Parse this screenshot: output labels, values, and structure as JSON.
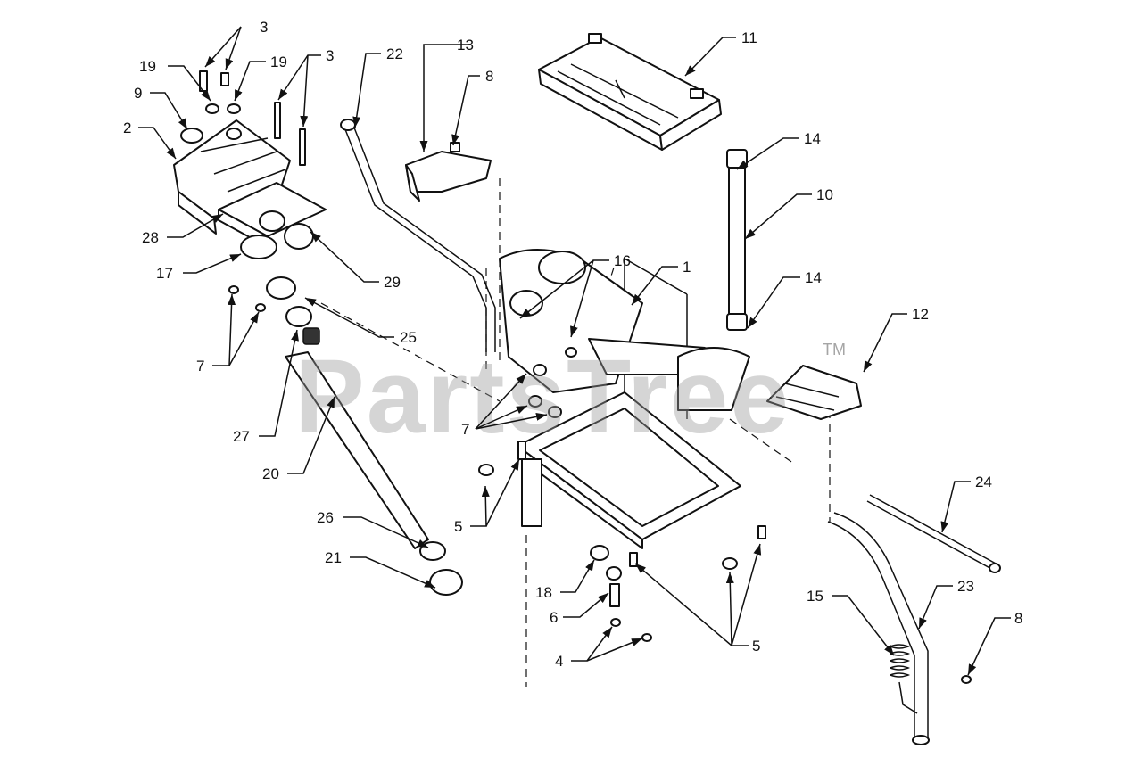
{
  "watermark": {
    "brand": "PartsTree",
    "trademark": "TM"
  },
  "callouts": [
    {
      "id": "c-3a",
      "label": "3"
    },
    {
      "id": "c-19a",
      "label": "19"
    },
    {
      "id": "c-19b",
      "label": "19"
    },
    {
      "id": "c-3b",
      "label": "3"
    },
    {
      "id": "c-9",
      "label": "9"
    },
    {
      "id": "c-2",
      "label": "2"
    },
    {
      "id": "c-28",
      "label": "28"
    },
    {
      "id": "c-17",
      "label": "17"
    },
    {
      "id": "c-29",
      "label": "29"
    },
    {
      "id": "c-25",
      "label": "25"
    },
    {
      "id": "c-7a",
      "label": "7"
    },
    {
      "id": "c-27",
      "label": "27"
    },
    {
      "id": "c-20",
      "label": "20"
    },
    {
      "id": "c-26",
      "label": "26"
    },
    {
      "id": "c-21",
      "label": "21"
    },
    {
      "id": "c-22",
      "label": "22"
    },
    {
      "id": "c-13",
      "label": "13"
    },
    {
      "id": "c-8a",
      "label": "8"
    },
    {
      "id": "c-11",
      "label": "11"
    },
    {
      "id": "c-14a",
      "label": "14"
    },
    {
      "id": "c-10",
      "label": "10"
    },
    {
      "id": "c-14b",
      "label": "14"
    },
    {
      "id": "c-16",
      "label": "16"
    },
    {
      "id": "c-1",
      "label": "1"
    },
    {
      "id": "c-12",
      "label": "12"
    },
    {
      "id": "c-7b",
      "label": "7"
    },
    {
      "id": "c-5a",
      "label": "5"
    },
    {
      "id": "c-18",
      "label": "18"
    },
    {
      "id": "c-6",
      "label": "6"
    },
    {
      "id": "c-4",
      "label": "4"
    },
    {
      "id": "c-5b",
      "label": "5"
    },
    {
      "id": "c-24",
      "label": "24"
    },
    {
      "id": "c-23",
      "label": "23"
    },
    {
      "id": "c-15",
      "label": "15"
    },
    {
      "id": "c-8b",
      "label": "8"
    }
  ]
}
